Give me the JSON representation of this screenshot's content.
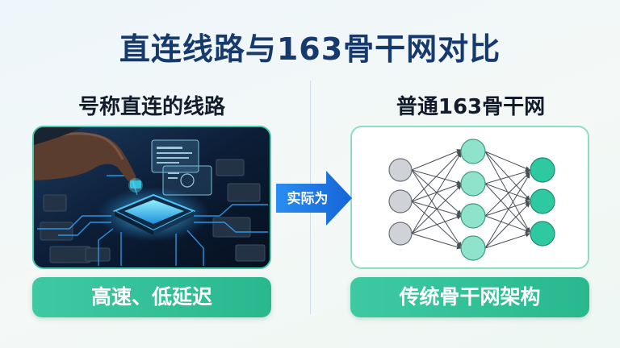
{
  "title": "直连线路与163骨干网对比",
  "left": {
    "subtitle": "号称直连的线路",
    "tag": "高速、低延迟"
  },
  "right": {
    "subtitle": "普通163骨干网",
    "tag": "传统骨干网架构"
  },
  "arrow_label": "实际为",
  "colors": {
    "title": "#173a6e",
    "accent_green": "#2fc29a",
    "arrow_blue": "#1c7be0",
    "node_gray": "#cfd3d8",
    "node_teal_light": "#7fe0c4",
    "node_teal": "#2ec9a0"
  },
  "icons": [
    "circuit-chip-illustration",
    "network-graph-diagram",
    "right-arrow-icon"
  ]
}
